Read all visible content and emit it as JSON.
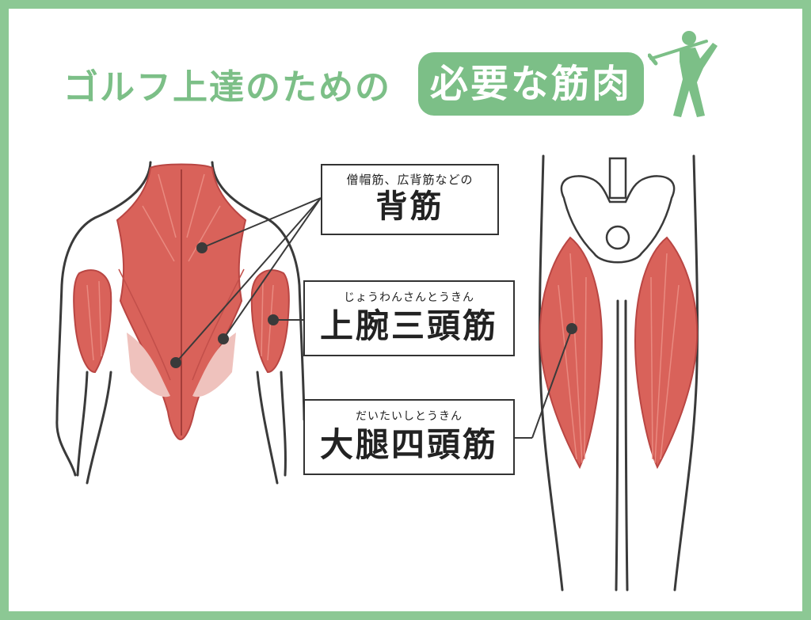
{
  "header": {
    "title_main": "ゴルフ上達のための",
    "title_highlight": "必要な筋肉"
  },
  "labels": {
    "back": {
      "ruby": "僧帽筋、広背筋などの",
      "main": "背筋"
    },
    "triceps": {
      "ruby": "じょうわんさんとうきん",
      "main": "上腕三頭筋"
    },
    "quadriceps": {
      "ruby": "だいたいしとうきん",
      "main": "大腿四頭筋"
    }
  },
  "colors": {
    "frame": "#8cc894",
    "accent_green": "#7cbf87",
    "muscle_red": "#d9625a",
    "muscle_dark": "#b94643",
    "outline": "#3a3a3a"
  },
  "icons": [
    "golfer-icon"
  ]
}
